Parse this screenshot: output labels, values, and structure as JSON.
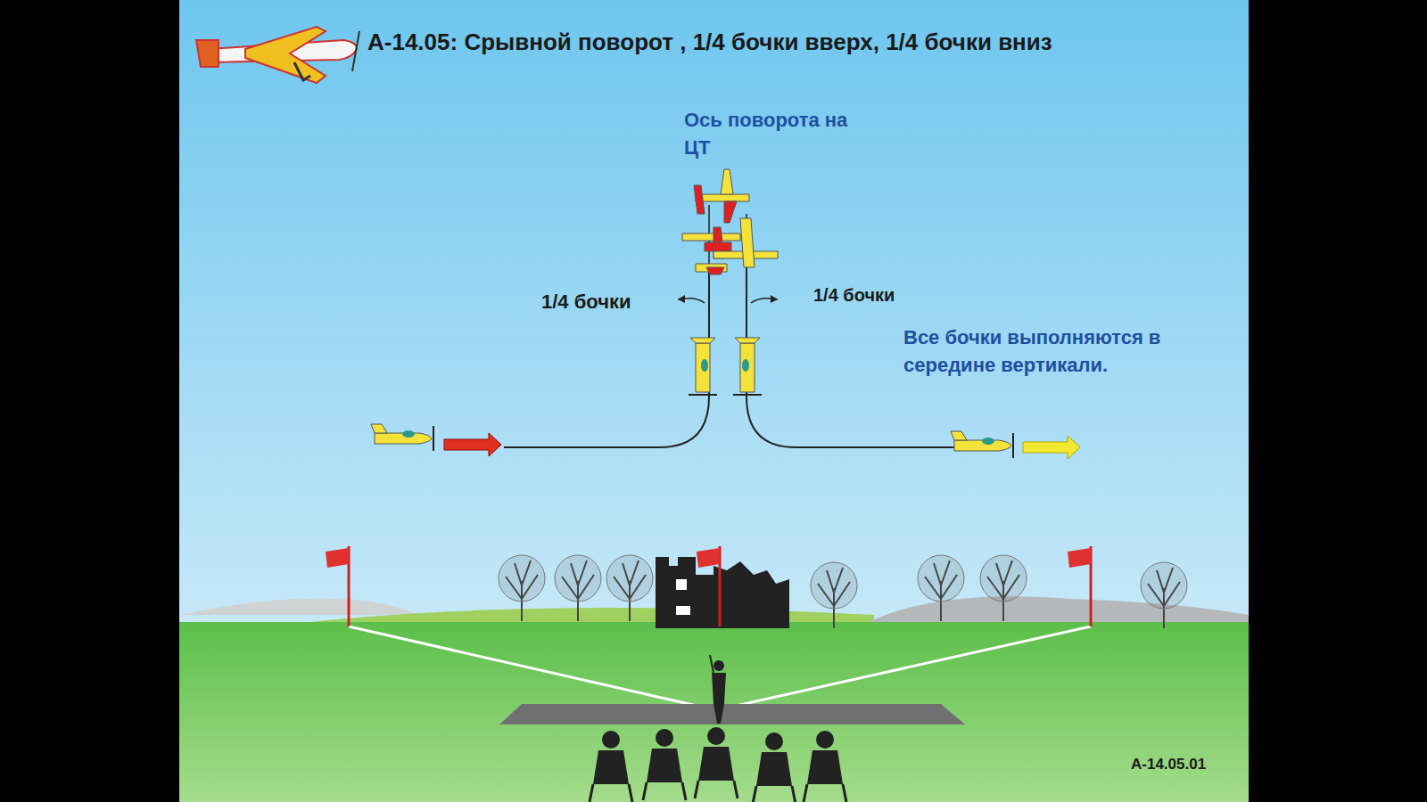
{
  "diagram": {
    "title": "А-14.05: Срывной поворот , 1/4 бочки вверх, 1/4 бочки вниз",
    "labels": [
      "Ось поворота на ЦТ",
      "1/4 бочки",
      "1/4 бочки",
      "Все бочки выполняются в середине вертикали.",
      "А-14.05.01"
    ]
  }
}
